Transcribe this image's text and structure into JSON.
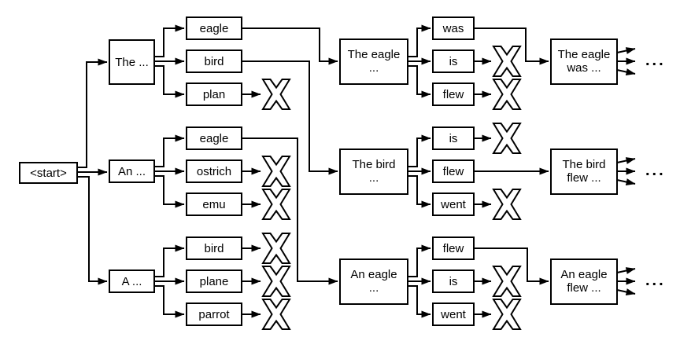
{
  "colors": {
    "stroke": "#000000",
    "node_fill": "#ffffff",
    "background": "#ffffff"
  },
  "start": {
    "label": "<start>"
  },
  "level1": [
    {
      "label": "The ..."
    },
    {
      "label": "An ..."
    },
    {
      "label": "A ..."
    }
  ],
  "level2": [
    {
      "label": "eagle",
      "pruned": false
    },
    {
      "label": "bird",
      "pruned": false
    },
    {
      "label": "plan",
      "pruned": true
    },
    {
      "label": "eagle",
      "pruned": false
    },
    {
      "label": "ostrich",
      "pruned": true
    },
    {
      "label": "emu",
      "pruned": true
    },
    {
      "label": "bird",
      "pruned": true
    },
    {
      "label": "plane",
      "pruned": true
    },
    {
      "label": "parrot",
      "pruned": true
    }
  ],
  "level3": [
    {
      "line1": "The eagle",
      "line2": "..."
    },
    {
      "line1": "The bird",
      "line2": "..."
    },
    {
      "line1": "An eagle",
      "line2": "..."
    }
  ],
  "level4": [
    {
      "label": "was",
      "pruned": false
    },
    {
      "label": "is",
      "pruned": true
    },
    {
      "label": "flew",
      "pruned": true
    },
    {
      "label": "is",
      "pruned": true
    },
    {
      "label": "flew",
      "pruned": false
    },
    {
      "label": "went",
      "pruned": true
    },
    {
      "label": "flew",
      "pruned": false
    },
    {
      "label": "is",
      "pruned": true
    },
    {
      "label": "went",
      "pruned": true
    }
  ],
  "level5": [
    {
      "line1": "The eagle",
      "line2": "was ..."
    },
    {
      "line1": "The bird",
      "line2": "flew ..."
    },
    {
      "line1": "An eagle",
      "line2": "flew ..."
    }
  ],
  "continuation": {
    "ellipsis": "..."
  }
}
